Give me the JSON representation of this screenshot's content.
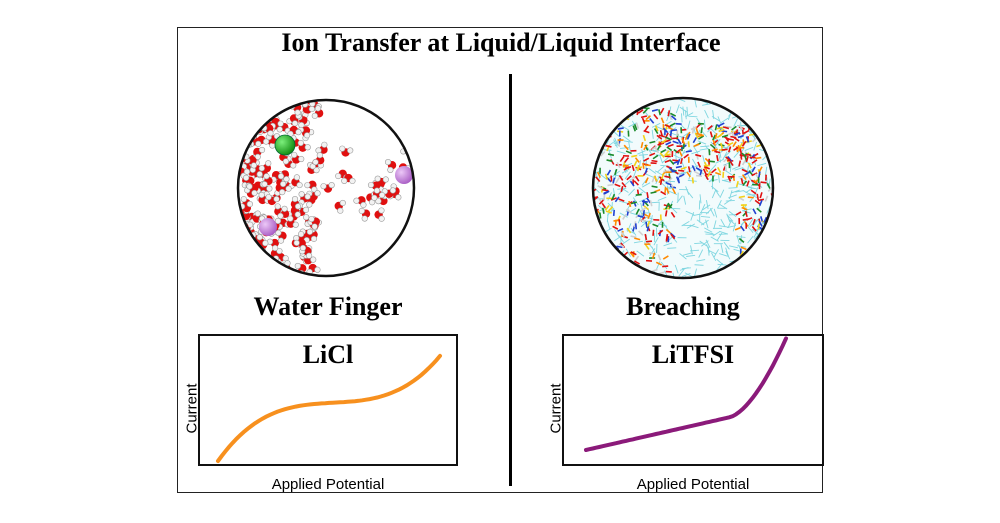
{
  "title": "Ion Transfer at Liquid/Liquid Interface",
  "left_panel": {
    "caption": "Water Finger",
    "plot": {
      "label": "LiCl",
      "xlabel": "Applied Potential",
      "ylabel": "Current"
    }
  },
  "right_panel": {
    "caption": "Breaching",
    "plot": {
      "label": "LiTFSI",
      "xlabel": "Applied Potential",
      "ylabel": "Current"
    }
  },
  "colors": {
    "licl_curve": "#f7901e",
    "litfsi_curve": "#8b1a7a",
    "oxygen": "#e01010",
    "hydrogen": "#f2f2f2",
    "chloride": "#1db21d",
    "lithium": "#c07ad6",
    "organic_phase": "#7fd6e0"
  }
}
